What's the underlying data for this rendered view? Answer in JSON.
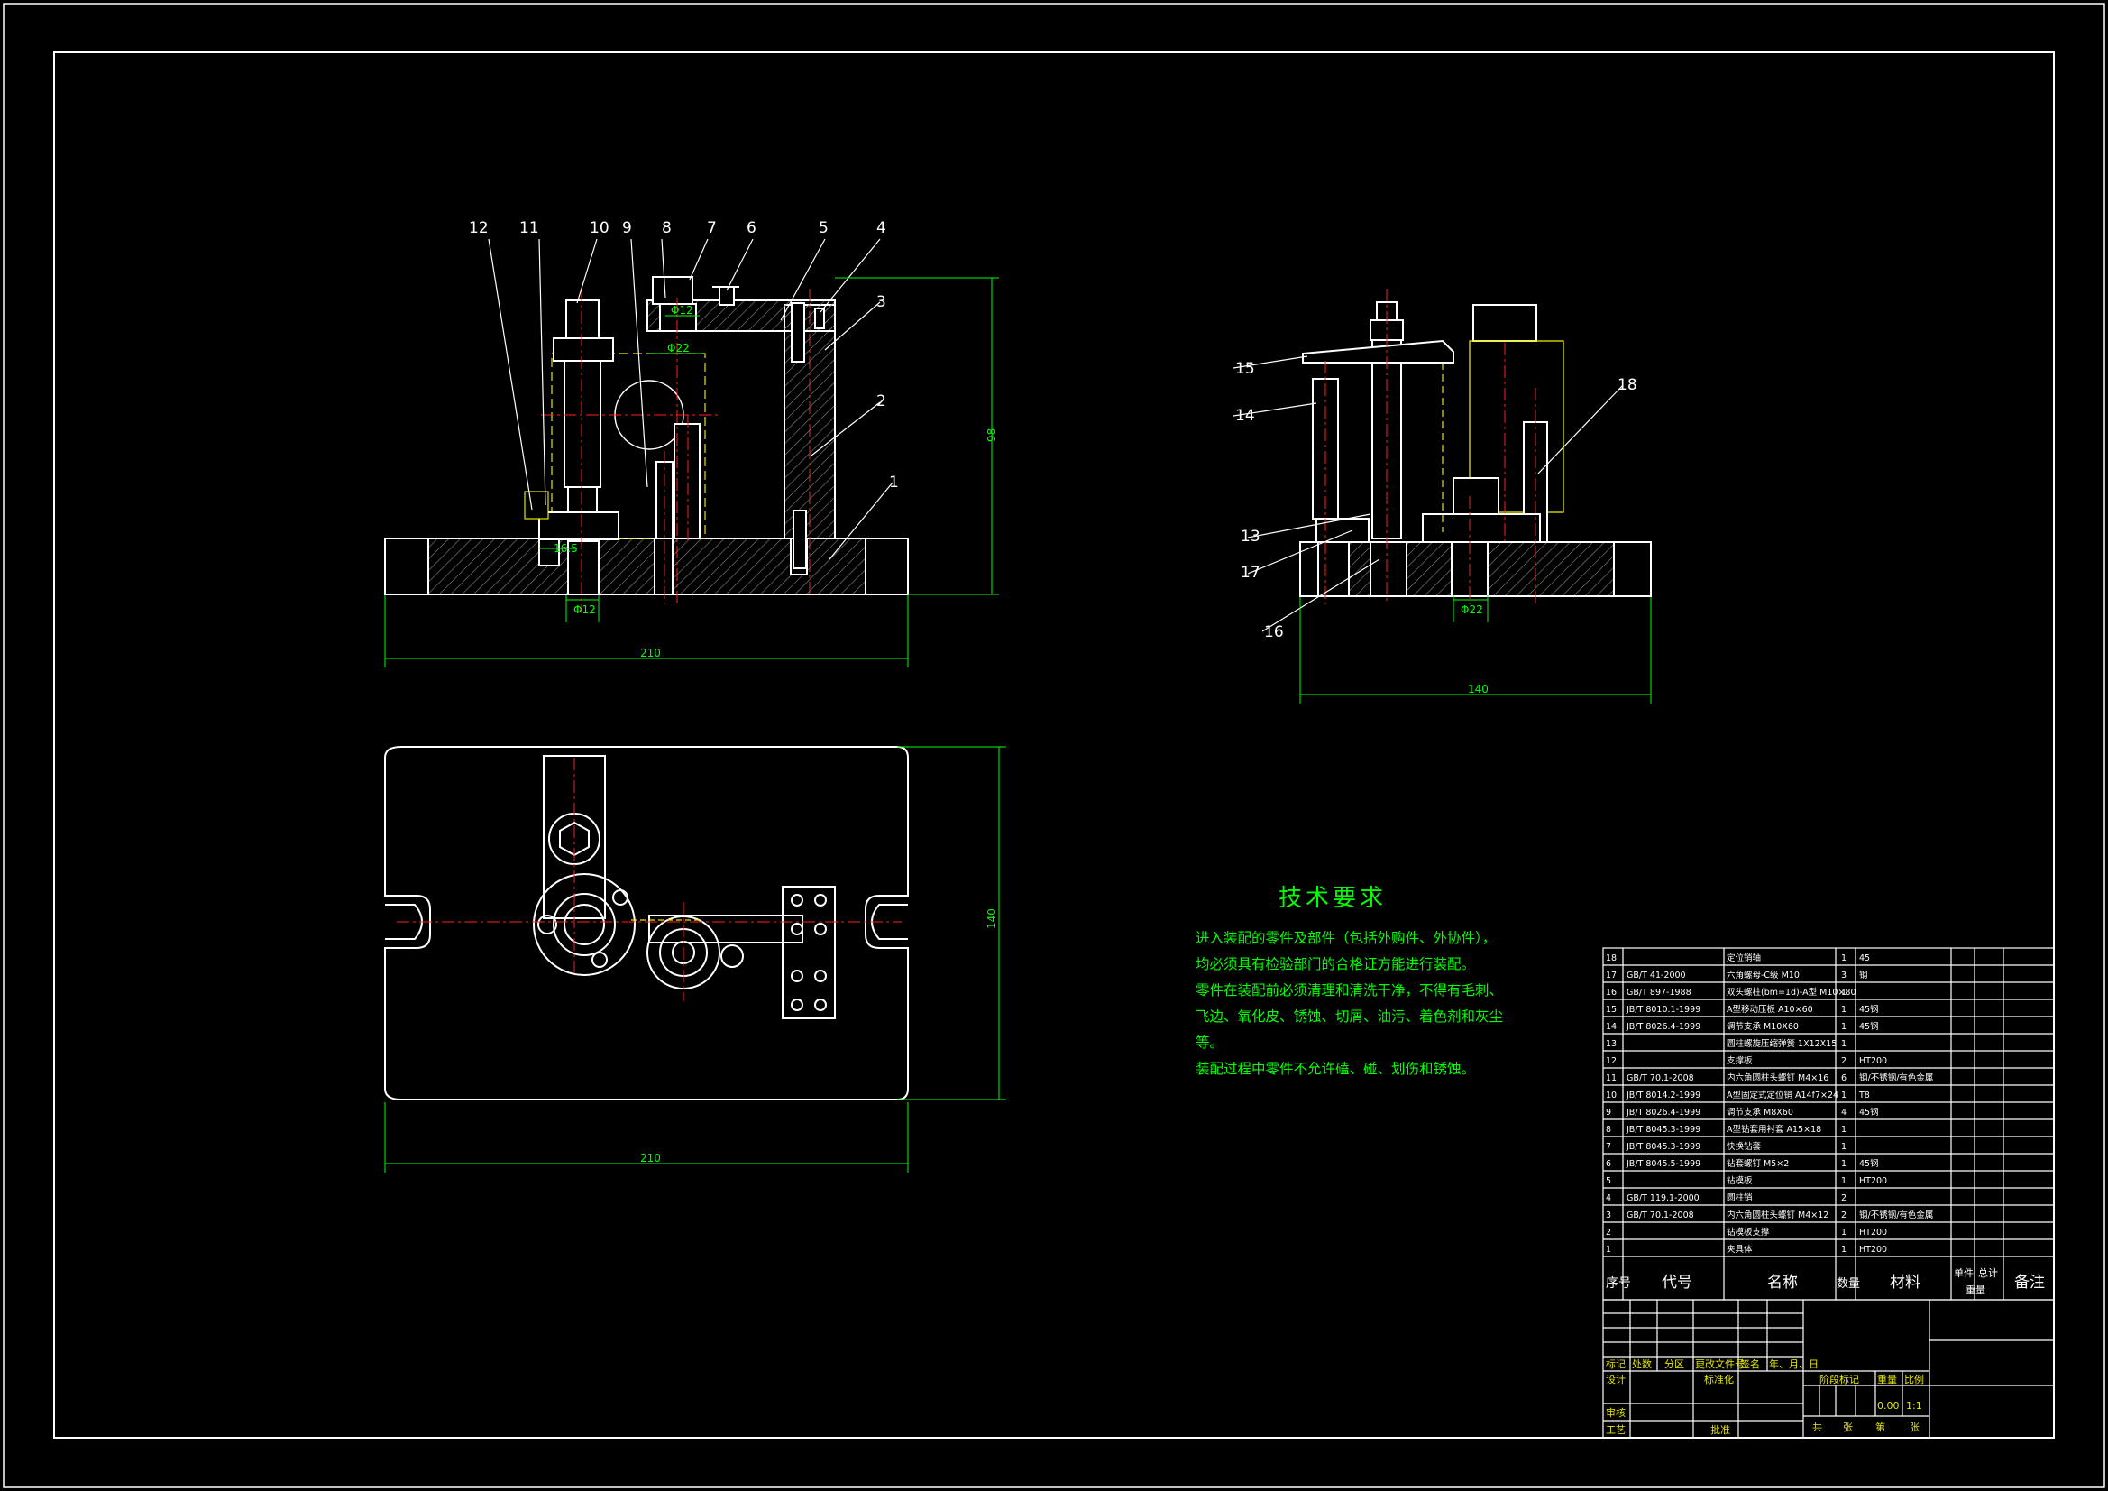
{
  "drawing": {
    "front_view": {
      "balloons": [
        "12",
        "11",
        "10",
        "9",
        "8",
        "7",
        "6",
        "5",
        "4",
        "3",
        "2",
        "1"
      ],
      "dims": {
        "width": "210",
        "height": "98",
        "hole_small": "Φ12",
        "hole_mid": "Φ22",
        "hole_base": "Φ12",
        "offset": "16.5"
      }
    },
    "side_view": {
      "balloons": [
        "15",
        "14",
        "13",
        "17",
        "16",
        "18"
      ],
      "dims": {
        "width": "140",
        "hole": "Φ22"
      }
    },
    "top_view": {
      "dims": {
        "width": "210",
        "height": "140"
      }
    }
  },
  "tech_requirements": {
    "title": "技术要求",
    "lines": [
      "进入装配的零件及部件（包括外购件、外协件），",
      "均必须具有检验部门的合格证方能进行装配。",
      "零件在装配前必须清理和清洗干净，不得有毛刺、",
      "飞边、氧化皮、锈蚀、切屑、油污、着色剂和灰尘",
      "等。",
      "装配过程中零件不允许磕、碰、划伤和锈蚀。"
    ]
  },
  "bom": {
    "header": {
      "seq": "序号",
      "code": "代号",
      "name": "名称",
      "qty": "数量",
      "material": "材料",
      "unit_weight": "单件",
      "total_weight": "总计",
      "weight": "重量",
      "remark": "备注"
    },
    "rows": [
      {
        "seq": "18",
        "code": "",
        "name": "定位销轴",
        "qty": "1",
        "material": "45",
        "remark": ""
      },
      {
        "seq": "17",
        "code": "GB/T 41-2000",
        "name": "六角螺母-C级 M10",
        "qty": "3",
        "material": "钢",
        "remark": ""
      },
      {
        "seq": "16",
        "code": "GB/T 897-1988",
        "name": "双头螺柱(bm=1d)-A型 M10×80",
        "qty": "1",
        "material": "",
        "remark": ""
      },
      {
        "seq": "15",
        "code": "JB/T 8010.1-1999",
        "name": "A型移动压板 A10×60",
        "qty": "1",
        "material": "45钢",
        "remark": ""
      },
      {
        "seq": "14",
        "code": "JB/T 8026.4-1999",
        "name": "调节支承 M10X60",
        "qty": "1",
        "material": "45钢",
        "remark": ""
      },
      {
        "seq": "13",
        "code": "",
        "name": "圆柱螺旋压缩弹簧 1X12X15",
        "qty": "1",
        "material": "",
        "remark": ""
      },
      {
        "seq": "12",
        "code": "",
        "name": "支撑板",
        "qty": "2",
        "material": "HT200",
        "remark": ""
      },
      {
        "seq": "11",
        "code": "GB/T 70.1-2008",
        "name": "内六角圆柱头螺钉 M4×16",
        "qty": "6",
        "material": "钢/不锈钢/有色金属",
        "remark": ""
      },
      {
        "seq": "10",
        "code": "JB/T 8014.2-1999",
        "name": "A型固定式定位销 A14f7×24",
        "qty": "1",
        "material": "T8",
        "remark": ""
      },
      {
        "seq": "9",
        "code": "JB/T 8026.4-1999",
        "name": "调节支承 M8X60",
        "qty": "4",
        "material": "45钢",
        "remark": ""
      },
      {
        "seq": "8",
        "code": "JB/T 8045.3-1999",
        "name": "A型钻套用衬套 A15×18",
        "qty": "1",
        "material": "",
        "remark": ""
      },
      {
        "seq": "7",
        "code": "JB/T 8045.3-1999",
        "name": "快换钻套",
        "qty": "1",
        "material": "",
        "remark": ""
      },
      {
        "seq": "6",
        "code": "JB/T 8045.5-1999",
        "name": "钻套螺钉 M5×2",
        "qty": "1",
        "material": "45钢",
        "remark": ""
      },
      {
        "seq": "5",
        "code": "",
        "name": "钻模板",
        "qty": "1",
        "material": "HT200",
        "remark": ""
      },
      {
        "seq": "4",
        "code": "GB/T 119.1-2000",
        "name": "圆柱销",
        "qty": "2",
        "material": "",
        "remark": ""
      },
      {
        "seq": "3",
        "code": "GB/T 70.1-2008",
        "name": "内六角圆柱头螺钉 M4×12",
        "qty": "2",
        "material": "钢/不锈钢/有色金属",
        "remark": ""
      },
      {
        "seq": "2",
        "code": "",
        "name": "钻模板支撑",
        "qty": "1",
        "material": "HT200",
        "remark": ""
      },
      {
        "seq": "1",
        "code": "",
        "name": "夹具体",
        "qty": "1",
        "material": "HT200",
        "remark": ""
      }
    ]
  },
  "title_block": {
    "labels": [
      "标记",
      "处数",
      "分区",
      "更改文件号",
      "签名",
      "年、月、日"
    ],
    "design": "设计",
    "standardize": "标准化",
    "review": "审核",
    "process": "工艺",
    "approve": "批准",
    "stage_mark": "阶段标记",
    "weight": "重量",
    "scale": "比例",
    "weight_value": "0.00",
    "scale_value": "1:1",
    "sheets_total": "共",
    "sheets_label_1": "张",
    "sheets_no": "第",
    "sheets_label_2": "张"
  },
  "colors": {
    "background": "#000000",
    "outline": "#ffffff",
    "hatch": "#8a8a8a",
    "dimension": "#00ff00",
    "center": "#ff2020",
    "hidden": "#e6e600",
    "text": "#ffffff"
  }
}
